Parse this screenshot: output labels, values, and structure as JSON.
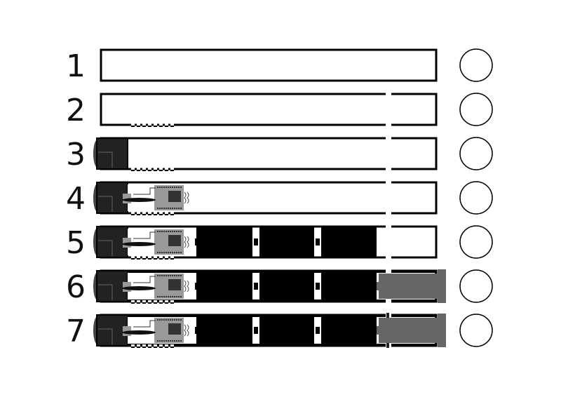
{
  "title": "Assembly steps",
  "colors": {
    "outline": "#000000",
    "endcap": "#222222",
    "board": "#999999",
    "chip": "#333333",
    "battery": "#000000",
    "cap": "#666666"
  },
  "steps": [
    {
      "label": "1",
      "gap": false,
      "dashes": false,
      "endcap": false,
      "board": false,
      "batteries": false,
      "cap": false,
      "gap_mark": false
    },
    {
      "label": "2",
      "gap": true,
      "dashes": true,
      "endcap": false,
      "board": false,
      "batteries": false,
      "cap": false,
      "gap_mark": false
    },
    {
      "label": "3",
      "gap": true,
      "dashes": true,
      "endcap": true,
      "board": false,
      "batteries": false,
      "cap": false,
      "gap_mark": false
    },
    {
      "label": "4",
      "gap": true,
      "dashes": true,
      "endcap": true,
      "board": true,
      "batteries": false,
      "cap": false,
      "gap_mark": false
    },
    {
      "label": "5",
      "gap": true,
      "dashes": true,
      "endcap": true,
      "board": true,
      "batteries": true,
      "cap": false,
      "gap_mark": false
    },
    {
      "label": "6",
      "gap": true,
      "dashes": true,
      "endcap": true,
      "board": true,
      "batteries": true,
      "cap": true,
      "gap_mark": false
    },
    {
      "label": "7",
      "gap": true,
      "dashes": true,
      "endcap": true,
      "board": true,
      "batteries": true,
      "cap": true,
      "gap_mark": true
    }
  ]
}
